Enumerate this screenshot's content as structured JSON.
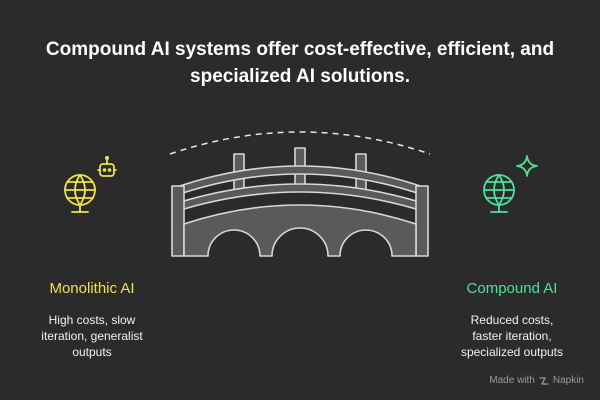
{
  "title": {
    "line1": "Compound AI systems offer cost-effective, efficient, and",
    "line2": "specialized AI solutions."
  },
  "left": {
    "heading": "Monolithic AI",
    "desc_lines": [
      "High costs, slow",
      "iteration, generalist",
      "outputs"
    ],
    "icon": "globe-robot-icon",
    "color": "#f0e24a"
  },
  "right": {
    "heading": "Compound AI",
    "desc_lines": [
      "Reduced costs,",
      "faster iteration,",
      "specialized outputs"
    ],
    "icon": "globe-sparkle-icon",
    "color": "#4fe09a"
  },
  "center": {
    "icon": "bridge-icon"
  },
  "footer": {
    "made_with": "Made with",
    "brand": "Napkin",
    "icon": "napkin-logo-icon"
  },
  "colors": {
    "background": "#2b2b2b",
    "bridge_fill": "#5a5a5a",
    "bridge_stroke": "#d8d8d8"
  }
}
